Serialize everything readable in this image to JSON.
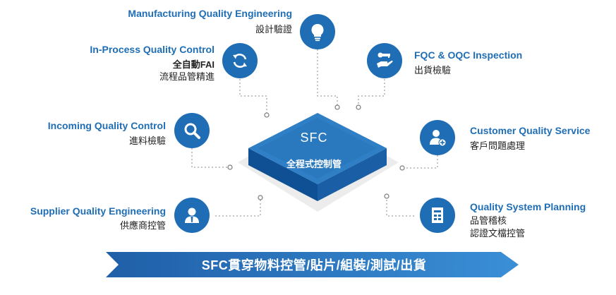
{
  "center": {
    "label": "SFC",
    "sublabel": "全程式控制管"
  },
  "banner": {
    "text": "SFC貫穿物料控管/貼片/組裝/測試/出貨"
  },
  "nodes": {
    "mfg": {
      "title": "Manufacturing Quality Engineering",
      "sub": "設計驗證",
      "icon": "lightbulb-icon"
    },
    "ipqc": {
      "title": "In-Process Quality Control",
      "sub1": "全自動FAI",
      "sub2": "流程品管精進",
      "icon": "refresh-icon"
    },
    "iqc": {
      "title": "Incoming Quality Control",
      "sub": "進料檢驗",
      "icon": "search-icon"
    },
    "sqe": {
      "title": "Supplier Quality Engineering",
      "sub": "供應商控管",
      "icon": "user-icon"
    },
    "fqc": {
      "title": "FQC & OQC Inspection",
      "sub": "出貨檢驗",
      "icon": "hand-key-icon"
    },
    "cqs": {
      "title": "Customer Quality Service",
      "sub": "客戶問題處理",
      "icon": "user-plus-icon"
    },
    "qsp": {
      "title": "Quality System Planning",
      "sub1": "品管稽核",
      "sub2": "認證文檔控管",
      "icon": "document-icon"
    }
  },
  "colors": {
    "accent": "#1f6eb5",
    "platform_top": "#2f7fc6",
    "platform_side": "#0f4f93"
  }
}
